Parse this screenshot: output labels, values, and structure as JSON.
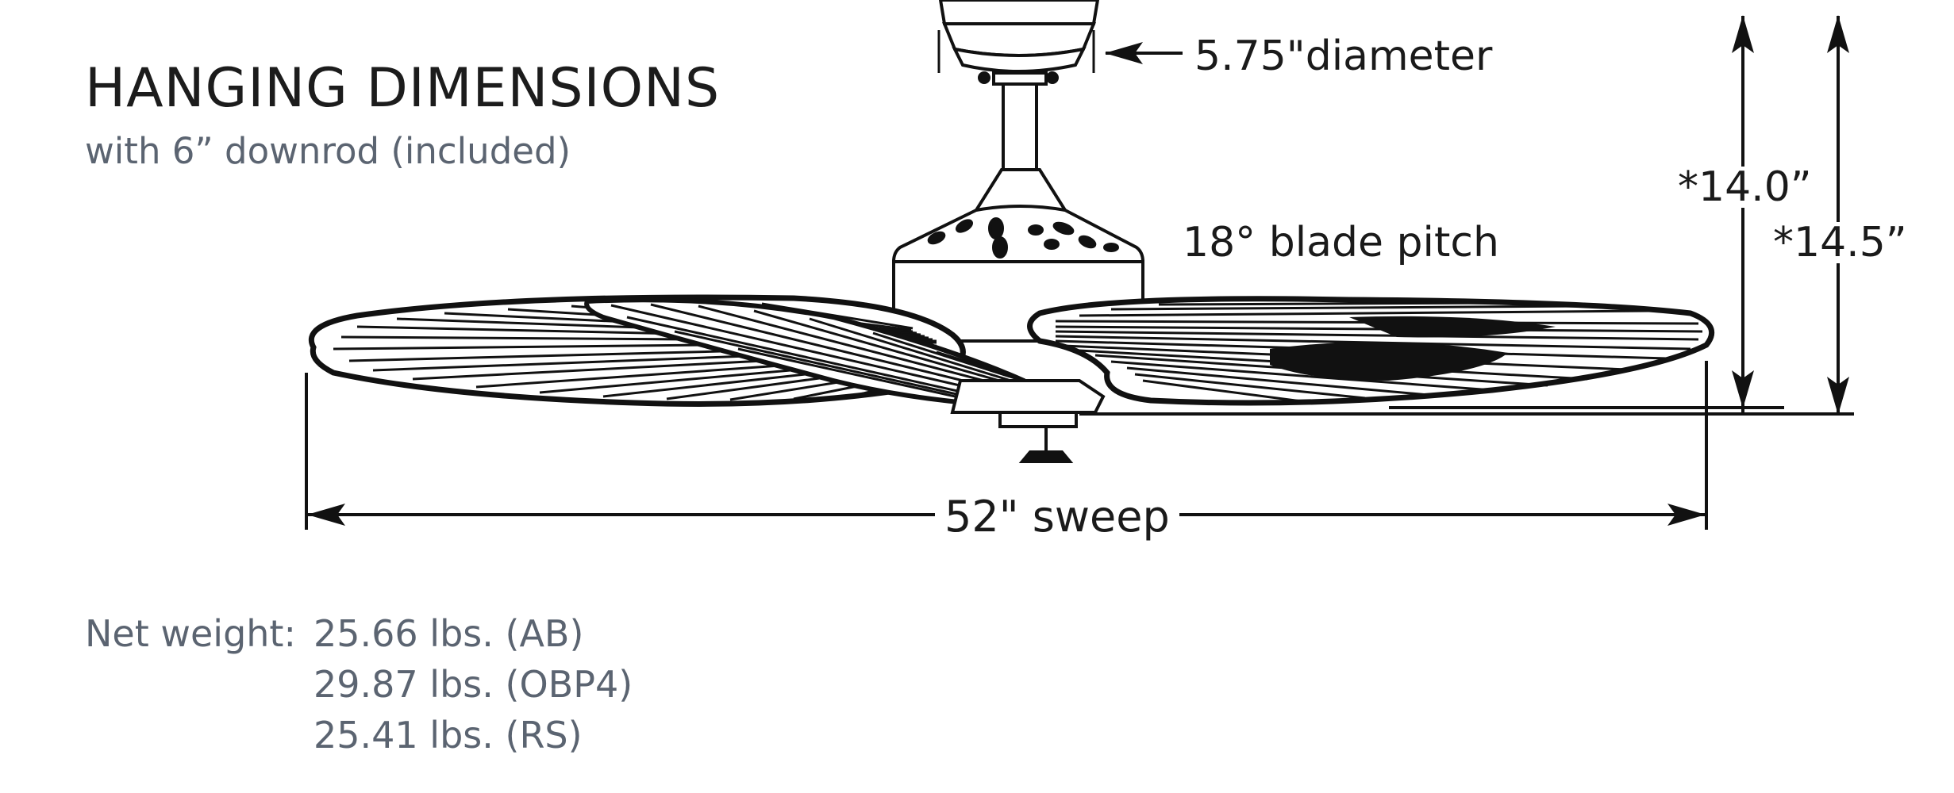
{
  "header": {
    "title": "HANGING DIMENSIONS",
    "subtitle": "with 6” downrod (included)"
  },
  "dimensions": {
    "canopy_diameter": "5.75\"diameter",
    "blade_pitch": "18° blade pitch",
    "height_1": "*14.0”",
    "height_2": "*14.5”",
    "sweep": "52\" sweep"
  },
  "weights": {
    "label": "Net weight:",
    "items": [
      "25.66 lbs. (AB)",
      "29.87 lbs. (OBP4)",
      "25.41 lbs. (RS)"
    ]
  }
}
